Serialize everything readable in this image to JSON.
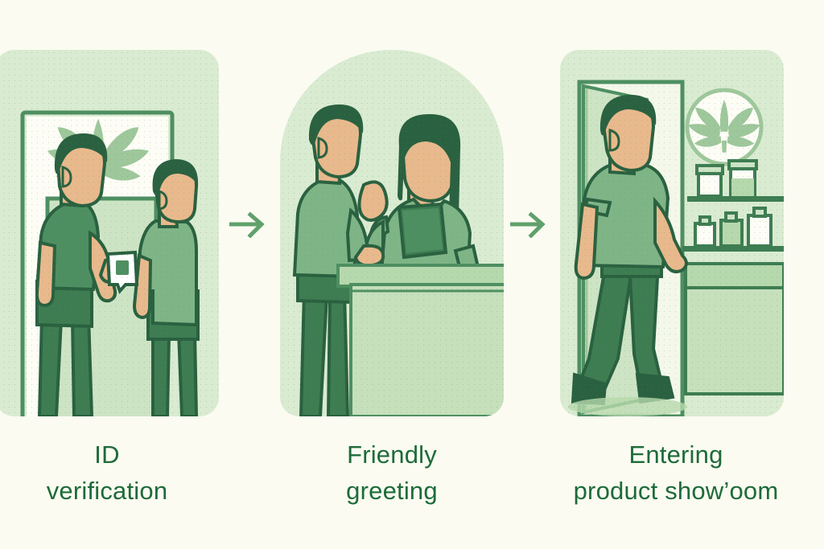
{
  "meta": {
    "background_color": "#fbfbf1",
    "accent_dark_green": "#1d6b39",
    "accent_mid_green": "#5fa06b",
    "panel_fill": "#d9ebd1",
    "skin_tone": "#e8b98c",
    "hair_color": "#2a6140",
    "shirt_light": "#7fb486",
    "shirt_dark": "#4e8f61",
    "pants_color": "#3e7d52",
    "white": "#ffffff"
  },
  "panels": [
    {
      "id": "panel-1",
      "shape": "rounded-rectangle",
      "caption_lines": [
        "ID",
        "verification"
      ],
      "caption_text": "ID verification",
      "scene_description": "Two men standing at a doorway, the front man showing an ID card",
      "elements": [
        {
          "name": "doorway-frame",
          "type": "architecture"
        },
        {
          "name": "cannabis-leaf-sign",
          "type": "logo"
        },
        {
          "name": "door-panel",
          "type": "architecture"
        },
        {
          "name": "customer-front",
          "type": "person"
        },
        {
          "name": "customer-back",
          "type": "person"
        },
        {
          "name": "id-card",
          "type": "object"
        }
      ]
    },
    {
      "id": "panel-2",
      "shape": "arch",
      "caption_lines": [
        "Friendly",
        "greeting"
      ],
      "caption_text": "Friendly greeting",
      "scene_description": "Customer at a reception counter being greeted by a staff member holding a tablet",
      "elements": [
        {
          "name": "reception-counter",
          "type": "furniture"
        },
        {
          "name": "customer",
          "type": "person"
        },
        {
          "name": "staff-member",
          "type": "person"
        },
        {
          "name": "tablet-device",
          "type": "object"
        },
        {
          "name": "waving-hand",
          "type": "gesture"
        }
      ]
    },
    {
      "id": "panel-3",
      "shape": "rounded-rectangle",
      "caption_lines": [
        "Entering",
        "product show’oom"
      ],
      "caption_text": "Entering product show’oom",
      "scene_description": "Man walking through an open door into a showroom with shelves of product jars",
      "elements": [
        {
          "name": "open-door",
          "type": "architecture"
        },
        {
          "name": "cannabis-leaf-badge",
          "type": "logo"
        },
        {
          "name": "product-shelf-top",
          "type": "furniture"
        },
        {
          "name": "product-shelf-bottom",
          "type": "furniture"
        },
        {
          "name": "display-counter",
          "type": "furniture"
        },
        {
          "name": "walking-customer",
          "type": "person"
        },
        {
          "name": "product-jars",
          "type": "object",
          "count": 5
        }
      ]
    }
  ],
  "arrows": [
    {
      "id": "arrow-1",
      "direction": "right",
      "from": "panel-1",
      "to": "panel-2"
    },
    {
      "id": "arrow-2",
      "direction": "right",
      "from": "panel-2",
      "to": "panel-3"
    }
  ]
}
